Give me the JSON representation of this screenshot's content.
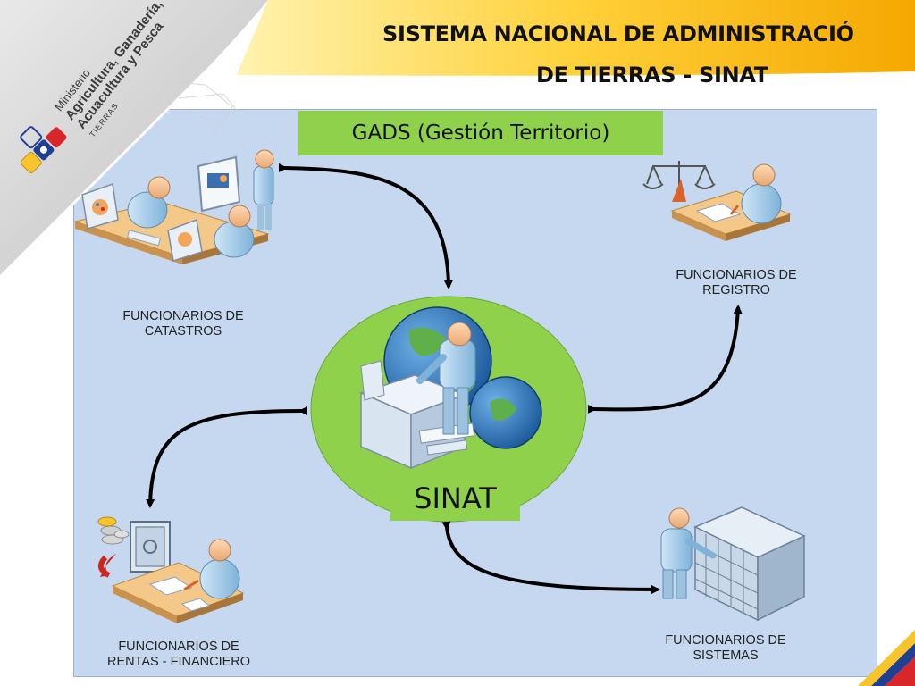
{
  "slide": {
    "title_line1": "SISTEMA NACIONAL DE ADMINISTRACIÓ",
    "title_line2": "DE TIERRAS - SINAT"
  },
  "logo": {
    "line1": "Ministerio",
    "line2": "Agricultura, Ganadería,",
    "line3": "Acuacultura y Pesca",
    "line4": "TIERRAS"
  },
  "diagram": {
    "top_box": "GADS (Gestión Territorio)",
    "center_label": "SINAT",
    "nodes": {
      "catastros": {
        "line1": "FUNCIONARIOS DE",
        "line2": "CATASTROS"
      },
      "registro": {
        "line1": "FUNCIONARIOS DE",
        "line2": "REGISTRO"
      },
      "rentas": {
        "line1": "FUNCIONARIOS DE",
        "line2": "RENTAS - FINANCIERO"
      },
      "sistemas": {
        "line1": "FUNCIONARIOS DE",
        "line2": "SISTEMAS"
      }
    }
  },
  "colors": {
    "panel": "#c6d8ef",
    "green_box": "#8fd14b",
    "circle": "#8fd14b",
    "accent_yellow": "#f7c52b",
    "accent_red": "#d9262b",
    "accent_blue": "#1f3f95"
  }
}
